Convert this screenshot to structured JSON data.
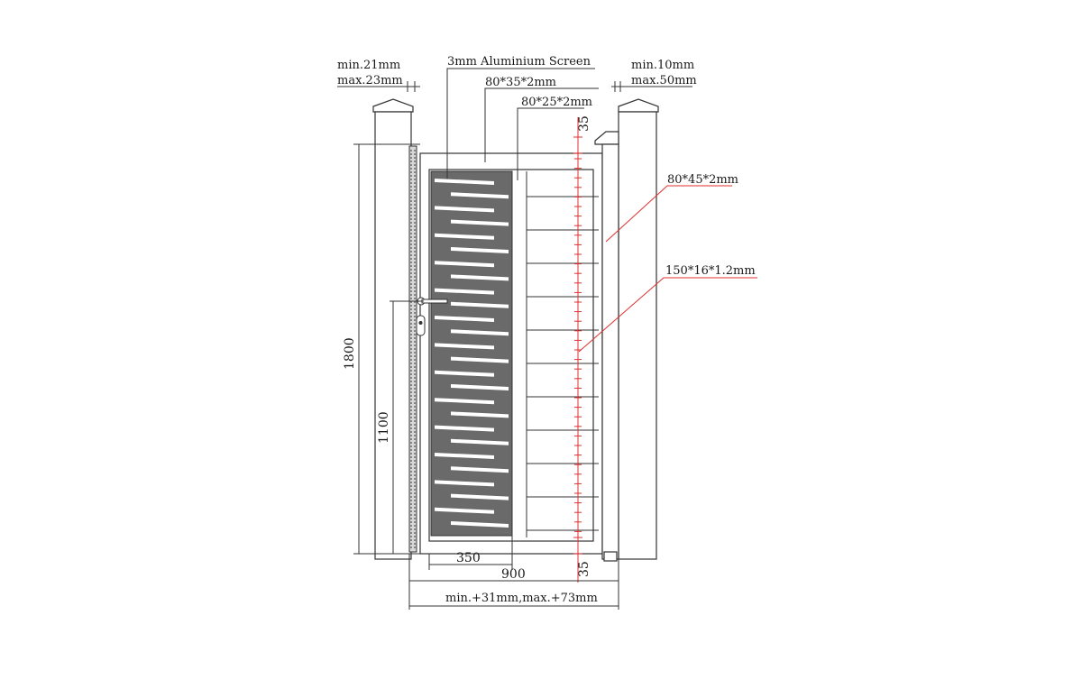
{
  "labels": {
    "left_min": "min.21mm",
    "left_max": "max.23mm",
    "screen": "3mm Aluminium Screen",
    "frame_top": "80*35*2mm",
    "frame_inner": "80*25*2mm",
    "right_min": "min.10mm",
    "right_max": "max.50mm",
    "post_size": "80*45*2mm",
    "slat_size": "150*16*1.2mm"
  },
  "dimensions": {
    "height_total": "1800",
    "handle_height": "1100",
    "top_gap": "35",
    "bottom_gap": "35",
    "screen_width": "350",
    "gate_width": "900",
    "opening_width": "min.+31mm,max.+73mm"
  },
  "colors": {
    "line": "#333333",
    "red_dimension": "#e03030",
    "screen_fill": "#6a6a6a"
  }
}
